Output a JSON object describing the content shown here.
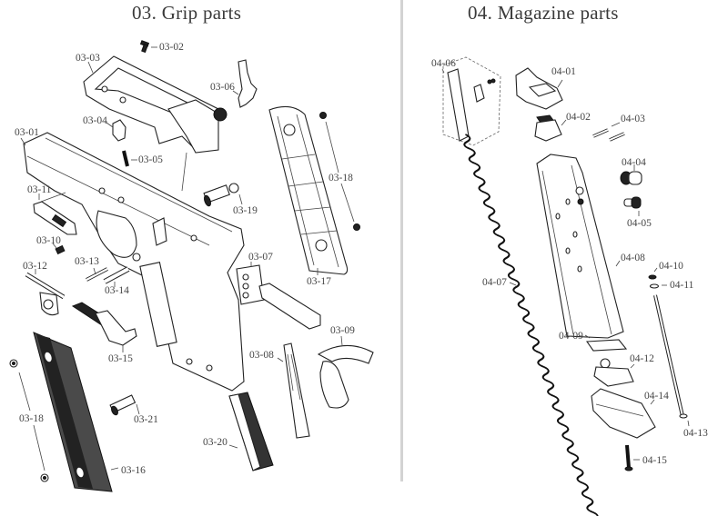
{
  "sections": {
    "grip": {
      "title": "03. Grip parts",
      "labels": {
        "p01": "03-01",
        "p02": "03-02",
        "p03": "03-03",
        "p04": "03-04",
        "p05": "03-05",
        "p06": "03-06",
        "p07": "03-07",
        "p08": "03-08",
        "p09": "03-09",
        "p10": "03-10",
        "p11": "03-11",
        "p12": "03-12",
        "p13": "03-13",
        "p14": "03-14",
        "p15": "03-15",
        "p16": "03-16",
        "p17": "03-17",
        "p18a": "03-18",
        "p18b": "03-18",
        "p19": "03-19",
        "p20": "03-20",
        "p21": "03-21"
      }
    },
    "magazine": {
      "title": "04. Magazine parts",
      "labels": {
        "p01": "04-01",
        "p02": "04-02",
        "p03": "04-03",
        "p04": "04-04",
        "p05": "04-05",
        "p06": "04-06",
        "p07": "04-07",
        "p08": "04-08",
        "p09": "04-09",
        "p10": "04-10",
        "p11": "04-11",
        "p12": "04-12",
        "p13": "04-13",
        "p14": "04-14",
        "p15": "04-15"
      }
    }
  },
  "colors": {
    "background": "#ffffff",
    "line_art": "#222222",
    "label_text": "#444444",
    "divider": "#d3d3d3"
  }
}
